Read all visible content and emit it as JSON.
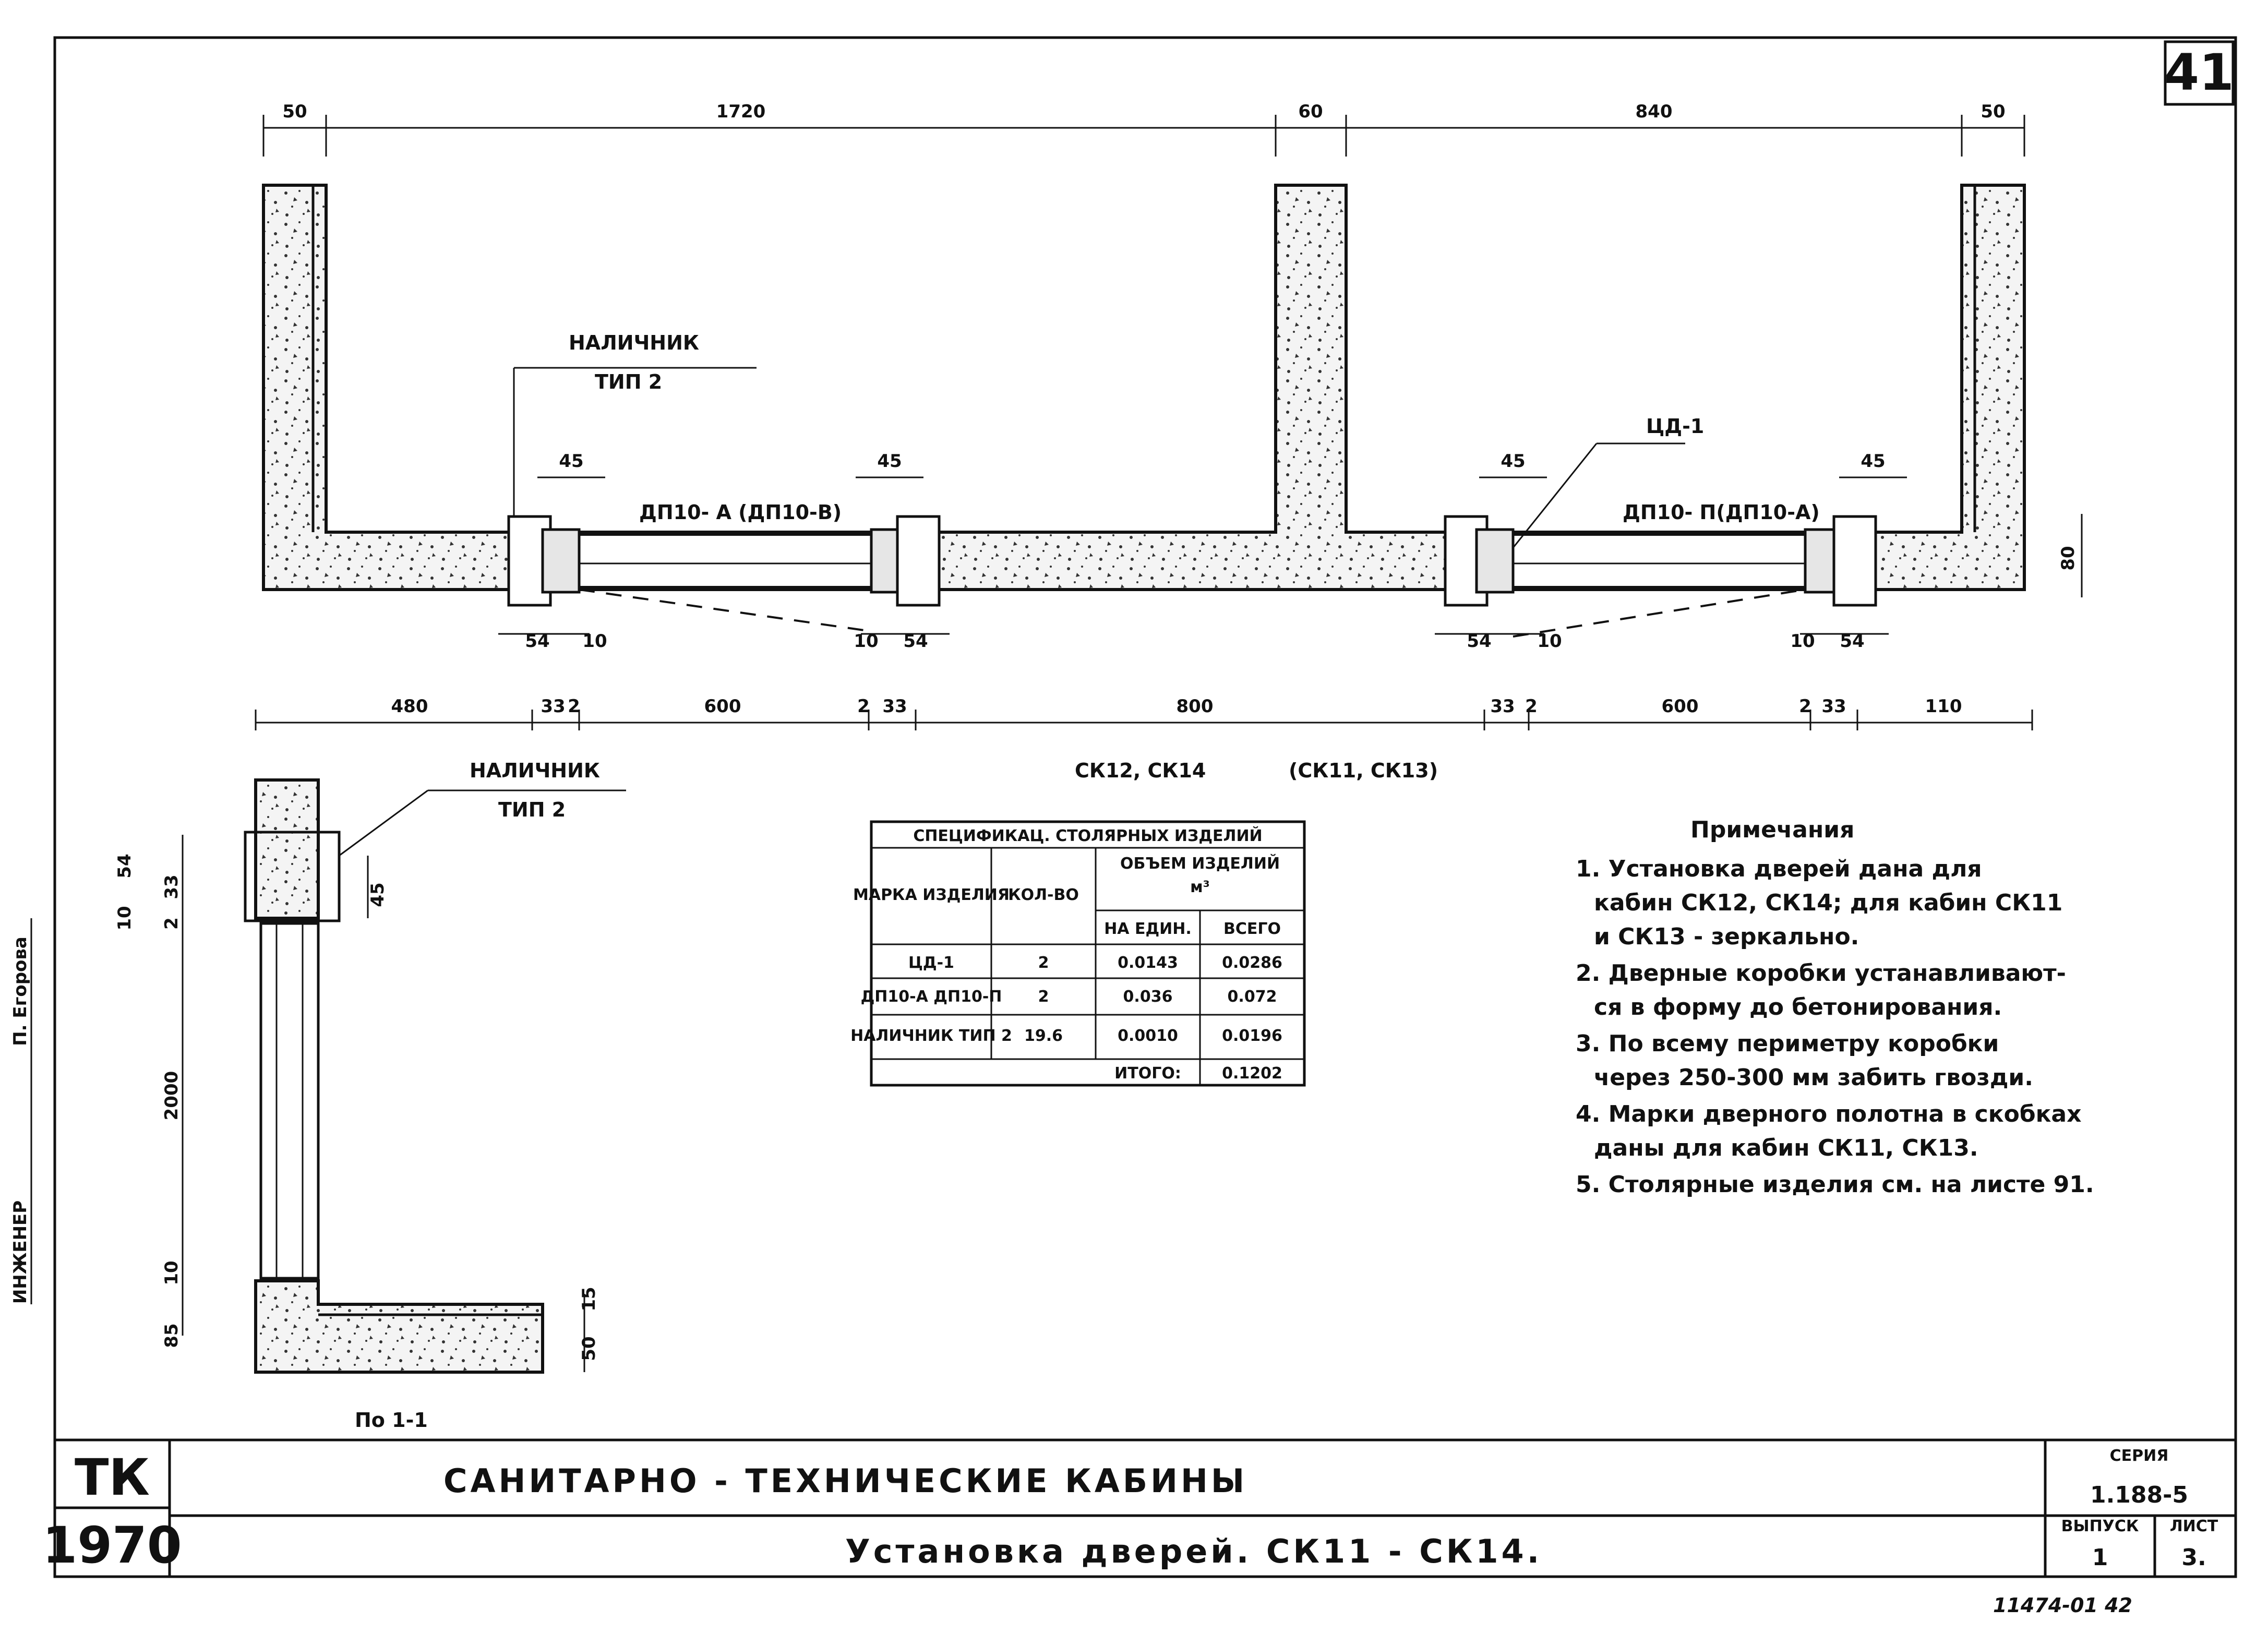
{
  "sheet_number": "41",
  "plan": {
    "top_dims": [
      "50",
      "1720",
      "60",
      "840",
      "50"
    ],
    "bottom_dims": [
      "480",
      "33",
      "2",
      "600",
      "2",
      "33",
      "800",
      "33",
      "2",
      "600",
      "2",
      "33",
      "110"
    ],
    "nalichnik": "НАЛИЧНИК",
    "nalichnik_type": "ТИП 2",
    "door_label_left": "ДП10- А (ДП10-В)",
    "door_label_right": "ДП10- П(ДП10-А)",
    "frame_label": "ЦД-1",
    "dim_45": "45",
    "dim_54": "54",
    "dim_10": "10",
    "wall_height": "80",
    "caption": "СК12, СК14",
    "caption_alt": "(СК11, СК13)"
  },
  "section": {
    "nalichnik": "НАЛИЧНИК",
    "nalichnik_type": "ТИП 2",
    "dims_left": [
      "54",
      "33",
      "10",
      "2",
      "2000",
      "10",
      "85"
    ],
    "dim_45": "45",
    "dim_15": "15",
    "dim_50": "50",
    "caption": "По 1-1"
  },
  "spec_table": {
    "title": "СПЕЦИФИКАЦ. СТОЛЯРНЫХ ИЗДЕЛИЙ",
    "headers": {
      "mark": "МАРКА ИЗДЕЛИЯ",
      "qty": "КОЛ-ВО",
      "volume": "ОБЪЕМ ИЗДЕЛИЙ",
      "volume_unit": "м³",
      "per_unit": "НА ЕДИН.",
      "total": "ВСЕГО"
    },
    "rows": [
      {
        "mark": "ЦД-1",
        "qty": "2",
        "per_unit": "0.0143",
        "total": "0.0286"
      },
      {
        "mark": "ДП10-А ДП10-П",
        "qty": "2",
        "per_unit": "0.036",
        "total": "0.072"
      },
      {
        "mark": "НАЛИЧНИК ТИП 2",
        "qty": "19.6",
        "per_unit": "0.0010",
        "total": "0.0196"
      }
    ],
    "itogo_label": "ИТОГО:",
    "itogo_value": "0.1202"
  },
  "notes": {
    "title": "Примечания",
    "items": [
      "1. Установка дверей дана для",
      "кабин СК12, СК14; для кабин СК11",
      "и СК13 - зеркально.",
      "2. Дверные коробки устанавливают-",
      "ся в форму до бетонирования.",
      "3. По всему периметру коробки",
      "через 250-300 мм забить гвозди.",
      "4. Марки дверного полотна в скобках",
      "даны для кабин СК11, СК13.",
      "5. Столярные изделия см. на листе 91."
    ]
  },
  "side_stamp": {
    "role": "ИНЖЕНЕР",
    "name": "П. Егорова"
  },
  "title_block": {
    "org": "ТК",
    "year": "1970",
    "title": "САНИТАРНО - ТЕХНИЧЕСКИЕ КАБИНЫ",
    "subtitle": "Установка дверей. СК11 - СК14.",
    "series_label": "СЕРИЯ",
    "series": "1.188-5",
    "issue_label": "ВЫПУСК",
    "issue": "1",
    "sheet_label": "ЛИСТ",
    "sheet": "3."
  },
  "archive_number": "11474-01 42"
}
